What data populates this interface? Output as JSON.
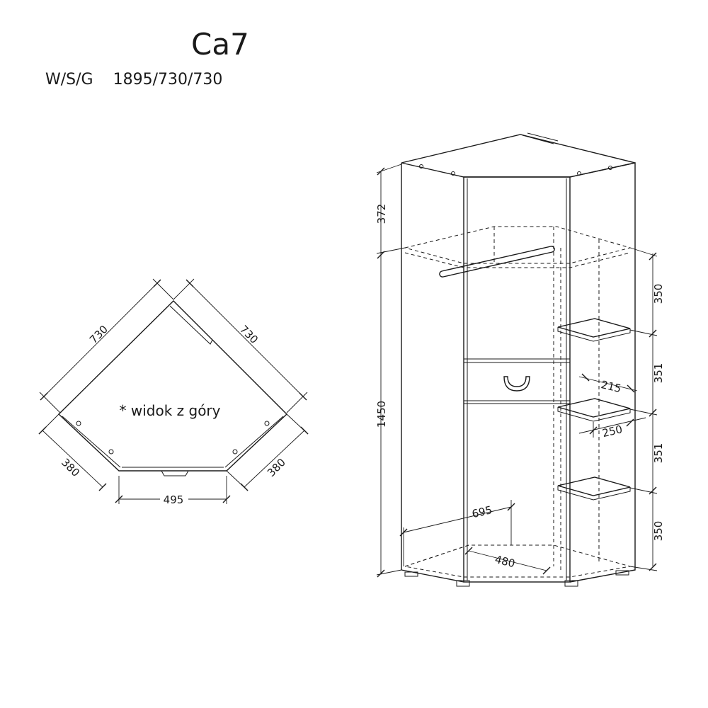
{
  "header": {
    "model": "Ca7",
    "spec_label": "W/S/G",
    "spec_value": "1895/730/730"
  },
  "top_view": {
    "note": "* widok z góry",
    "dims": {
      "left_diag": "730",
      "right_diag": "730",
      "left_side": "380",
      "right_side": "380",
      "front": "495"
    }
  },
  "front_view": {
    "dims": {
      "top_section": "372",
      "main_height": "1450",
      "shelf_gap_1": "350",
      "shelf_gap_2": "351",
      "shelf_gap_3": "351",
      "shelf_gap_4": "350",
      "shelf_depth_a": "215",
      "shelf_depth_b": "250",
      "rail_depth": "695",
      "bottom_width": "480"
    }
  }
}
